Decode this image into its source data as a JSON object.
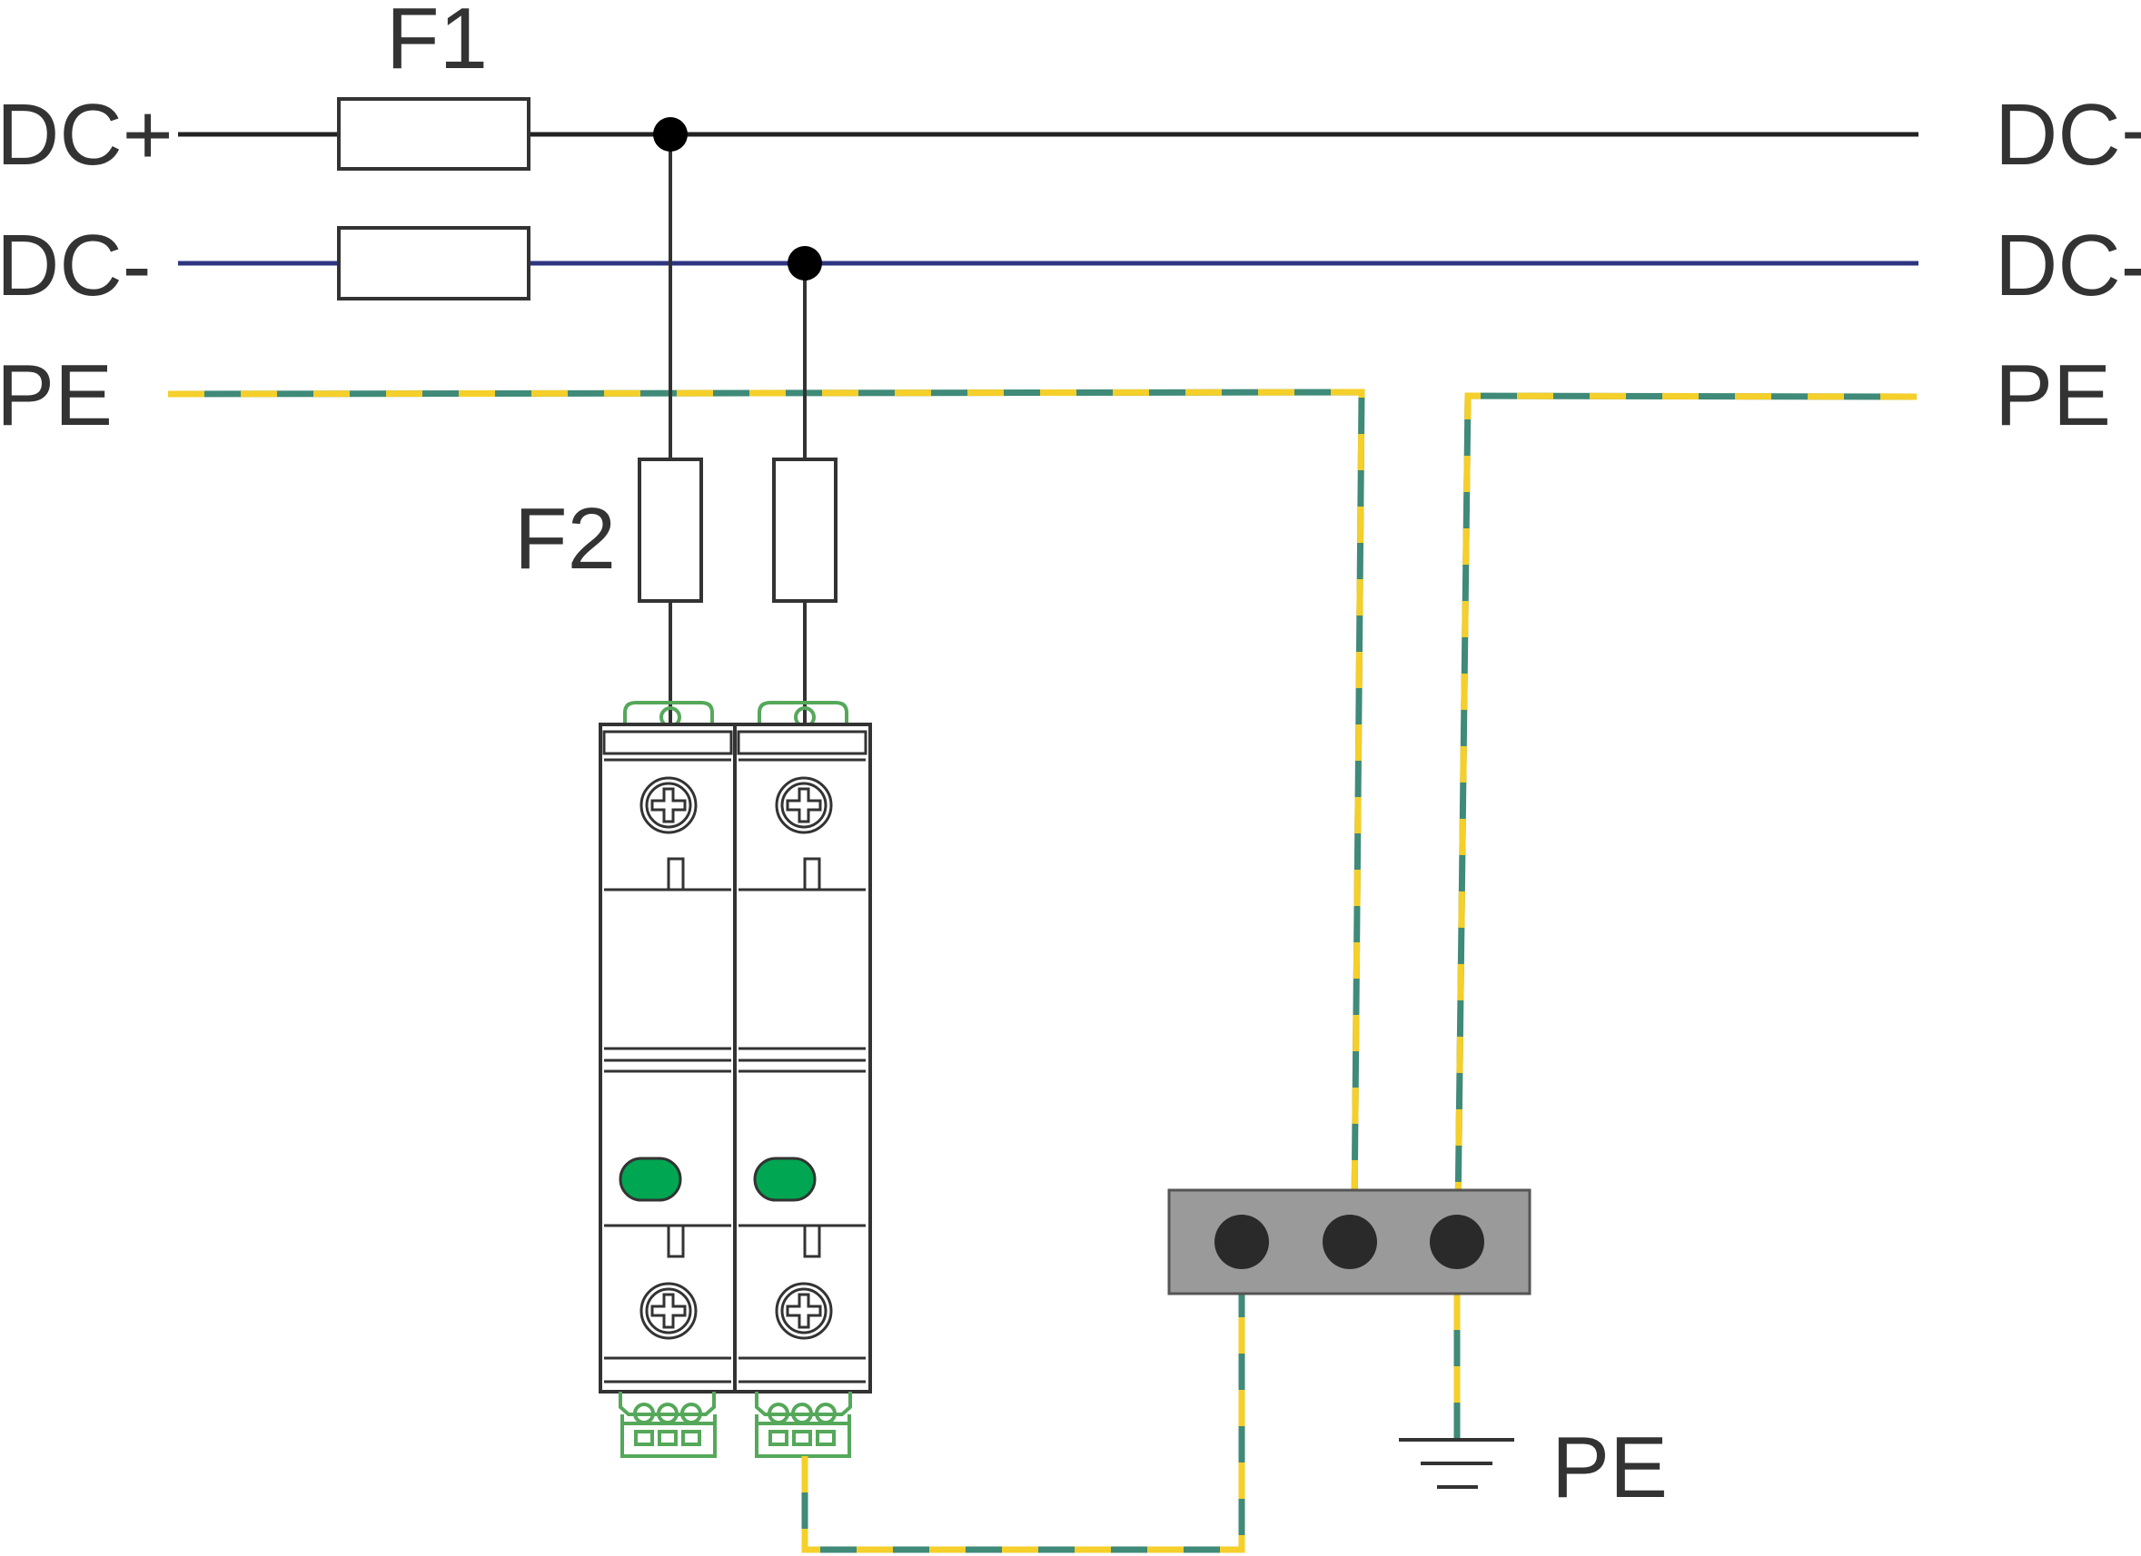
{
  "labels": {
    "dc_plus_left": "DC+",
    "dc_minus_left": "DC-",
    "pe_left": "PE",
    "dc_plus_right": "DC+",
    "dc_minus_right": "DC-",
    "pe_right": "PE",
    "fuse_f1": "F1",
    "fuse_f2": "F2",
    "pe_ground": "PE"
  },
  "colors": {
    "dc_plus_wire": "#222222",
    "dc_minus_wire": "#2e3580",
    "pe_green": "#3f8a78",
    "pe_yellow": "#f5cf2a",
    "terminal_green": "#55a85a",
    "indicator_green": "#00a651",
    "busbar_gray": "#9a9a9a",
    "bolt_dark": "#2a2a2a"
  },
  "icons": {
    "ground": "ground-symbol-icon",
    "screw": "screw-terminal-icon",
    "indicator": "status-indicator-icon"
  }
}
